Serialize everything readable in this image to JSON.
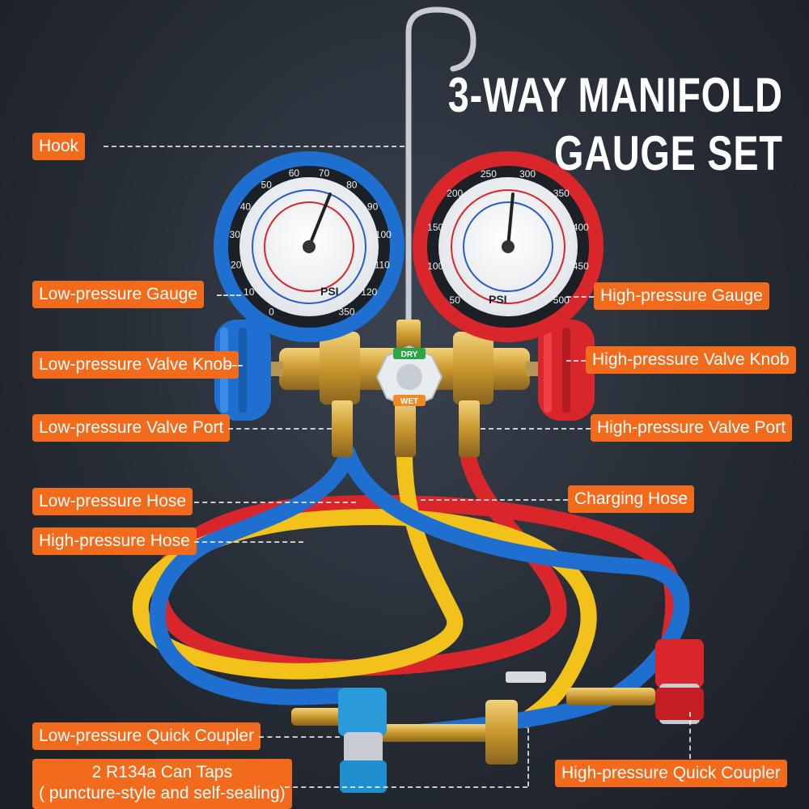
{
  "title": {
    "line1": "3-WAY MANIFOLD",
    "line2": "GAUGE SET"
  },
  "labels": {
    "hook": "Hook",
    "low_gauge": "Low-pressure Gauge",
    "high_gauge": "High-pressure Gauge",
    "low_knob": "Low-pressure Valve Knob",
    "high_knob": "High-pressure Valve Knob",
    "low_port": "Low-pressure Valve Port",
    "high_port": "High-pressure Valve Port",
    "low_hose": "Low-pressure Hose",
    "charging_hose": "Charging Hose",
    "high_hose": "High-pressure Hose",
    "low_coupler": "Low-pressure Quick Coupler",
    "can_taps_1": "2 R134a Can Taps",
    "can_taps_2": "( puncture-style and self-sealing)",
    "high_coupler": "High-pressure Quick Coupler"
  },
  "gauges": {
    "low": {
      "unit": "PSI",
      "ticks": [
        "0",
        "10",
        "20",
        "30",
        "40",
        "50",
        "60",
        "70",
        "80",
        "90",
        "100",
        "110",
        "120",
        "350"
      ]
    },
    "high": {
      "unit": "PSI",
      "ticks": [
        "50",
        "100",
        "150",
        "200",
        "250",
        "300",
        "350",
        "400",
        "450",
        "500"
      ]
    }
  },
  "sight_glass": {
    "top": "DRY",
    "bottom": "WET"
  },
  "colors": {
    "accent": "#f26a1b",
    "low": "#1f6fd1",
    "high": "#d9262b",
    "charge": "#f2c21a",
    "brass": "#d4a83a"
  }
}
